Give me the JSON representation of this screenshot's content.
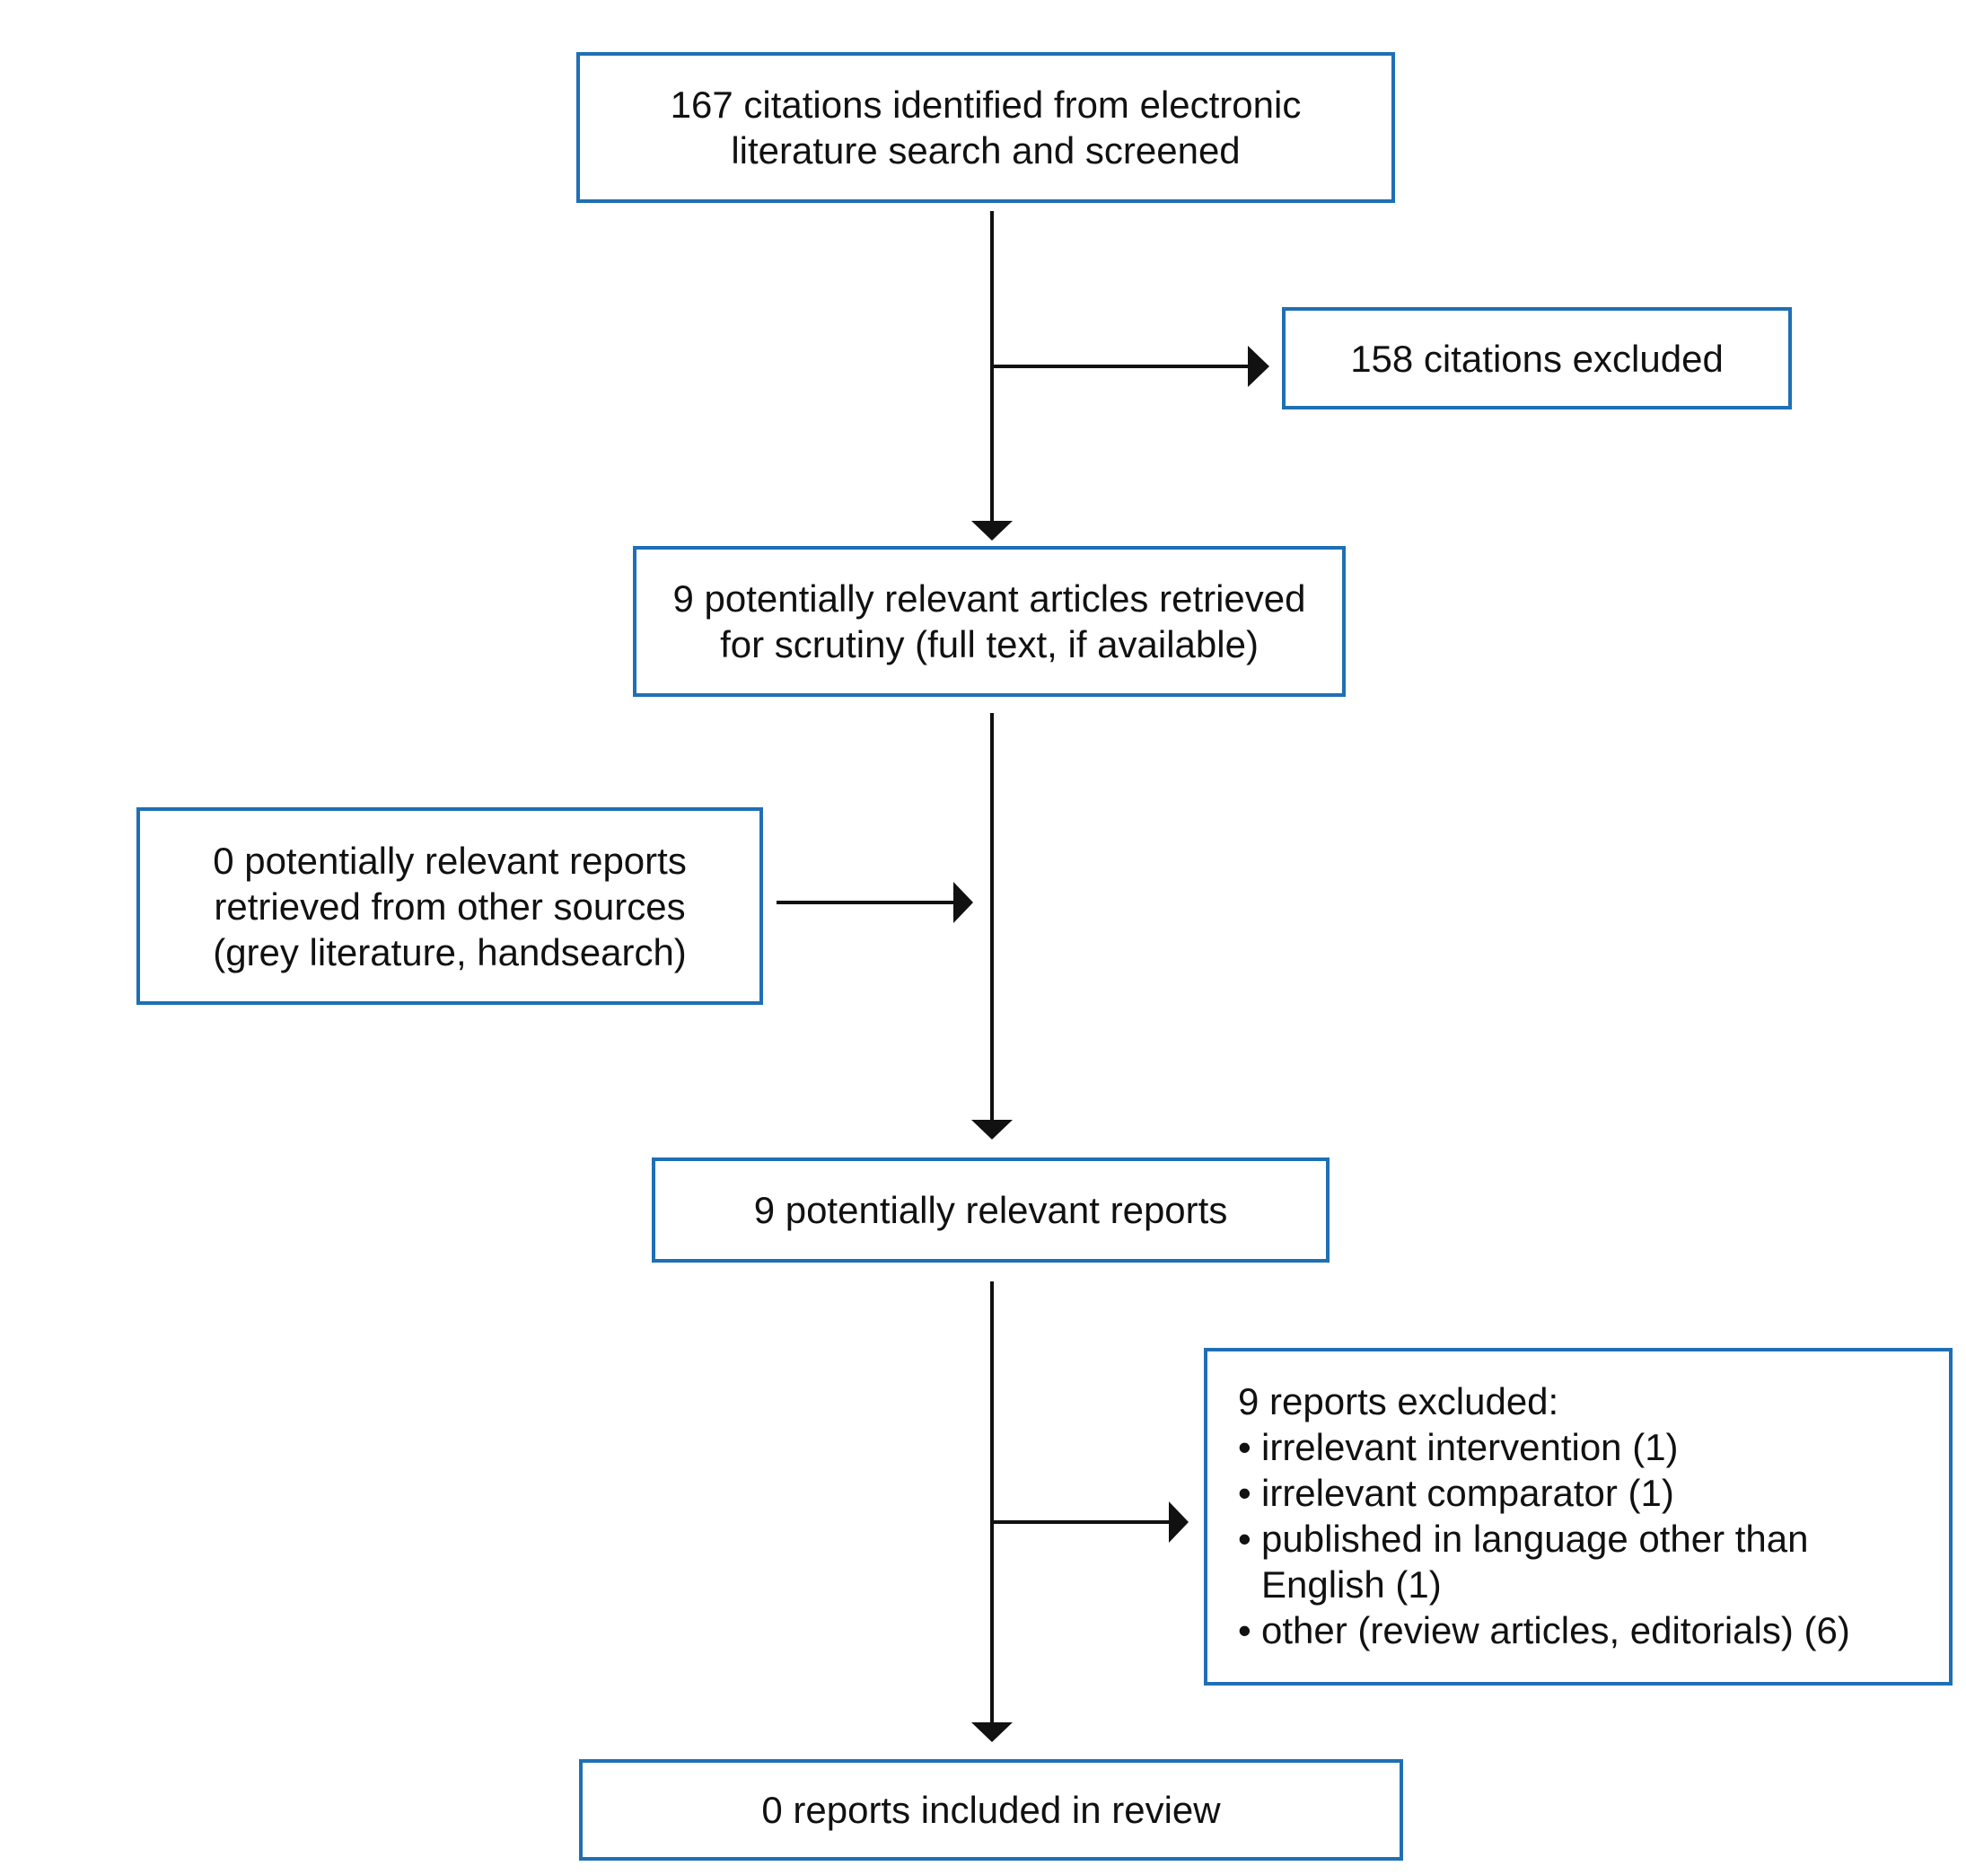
{
  "colors": {
    "box_border": "#1f6fb5",
    "arrow": "#111111",
    "text": "#111111"
  },
  "boxes": {
    "identified": {
      "lines": [
        "167 citations identified from electronic",
        "literature search and screened"
      ]
    },
    "citations_excluded": {
      "lines": [
        "158 citations excluded"
      ]
    },
    "articles_retrieved": {
      "lines": [
        "9 potentially relevant articles retrieved",
        "for scrutiny (full text, if available)"
      ]
    },
    "other_sources": {
      "lines": [
        "0 potentially relevant reports",
        "retrieved from other sources",
        "(grey literature, handsearch)"
      ]
    },
    "relevant_reports": {
      "lines": [
        "9 potentially relevant reports"
      ]
    },
    "reports_excluded": {
      "heading": "9 reports excluded:",
      "reasons": [
        "irrelevant intervention (1)",
        "irrelevant comparator (1)",
        "published in language other than English (1)",
        "other (review articles, editorials) (6)"
      ]
    },
    "included": {
      "lines": [
        "0 reports included in review"
      ]
    }
  }
}
